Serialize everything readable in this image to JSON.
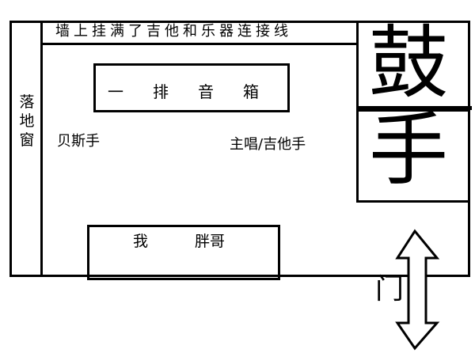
{
  "diagram": {
    "wall_text": "墙上挂满了吉他和乐器连接线",
    "window_label": "落地窗",
    "speakers_label": "一排音箱",
    "bassist_label": "贝斯手",
    "singer_label": "主唱/吉他手",
    "drummer_char_1": "鼓",
    "drummer_char_2": "手",
    "me_label": "我",
    "fat_bro_label": "胖哥",
    "door_label": "门"
  }
}
